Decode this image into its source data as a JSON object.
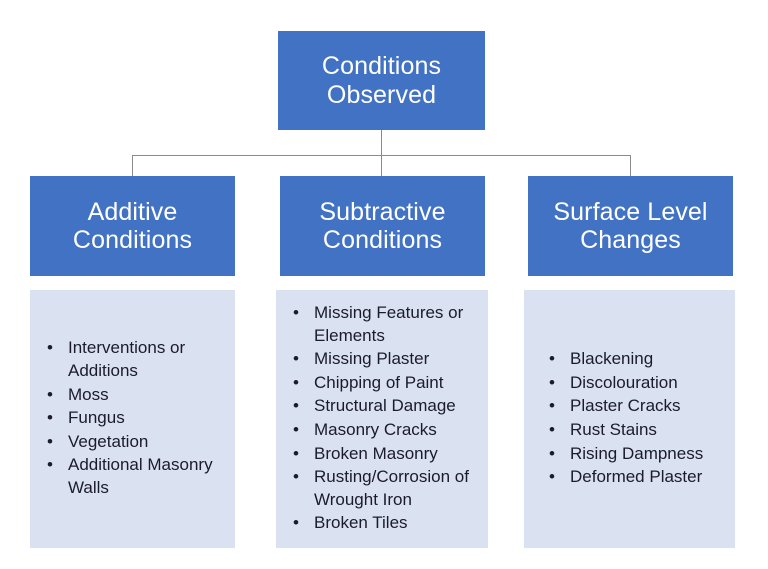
{
  "diagram": {
    "title": "Conditions Observed",
    "type": "hierarchy-org-chart",
    "colors": {
      "node_fill": "#4272c4",
      "node_text": "#ffffff",
      "panel_fill": "#dae1f1",
      "panel_text": "#1b1b2b",
      "connector": "#8a8a8a",
      "background": "#ffffff"
    },
    "root": {
      "label": "Conditions\nObserved"
    },
    "branches": [
      {
        "label": "Additive\nConditions",
        "bullet": "•",
        "items": [
          "Interventions or Additions",
          "Moss",
          "Fungus",
          "Vegetation",
          "Additional Masonry Walls"
        ]
      },
      {
        "label": "Subtractive\nConditions",
        "bullet": "•",
        "items": [
          "Missing Features or Elements",
          "Missing Plaster",
          "Chipping of Paint",
          "Structural Damage",
          "Masonry Cracks",
          "Broken Masonry",
          "Rusting/Corrosion of Wrought Iron",
          "Broken Tiles"
        ]
      },
      {
        "label": "Surface Level\nChanges",
        "bullet": "•",
        "items": [
          "Blackening",
          "Discolouration",
          "Plaster Cracks",
          "Rust Stains",
          "Rising Dampness",
          "Deformed Plaster"
        ]
      }
    ]
  }
}
